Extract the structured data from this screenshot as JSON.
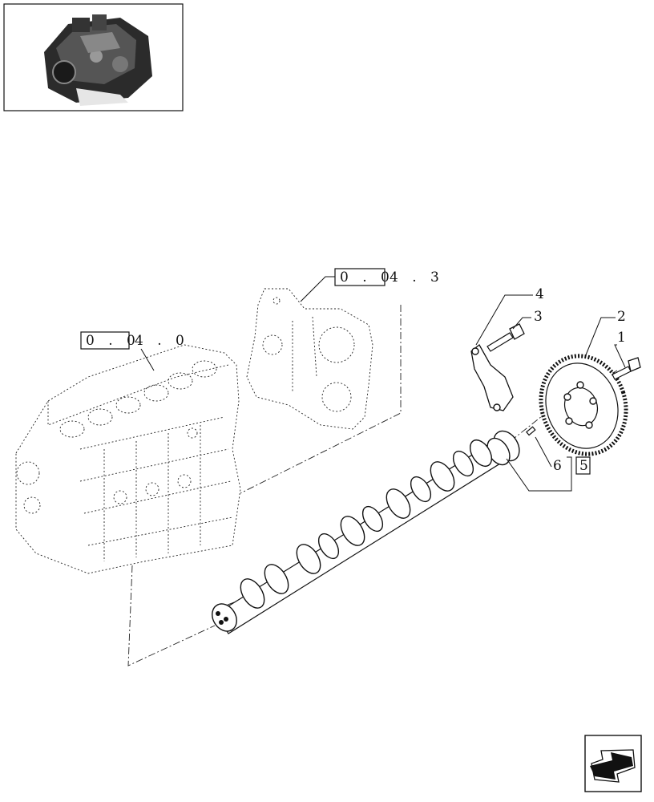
{
  "thumbnail": {
    "alt": "engine-assembly"
  },
  "references": [
    {
      "id": "ref-block",
      "boxed": "0 . 0",
      "rest": "4 . 0"
    },
    {
      "id": "ref-cover",
      "boxed": "0 . 0",
      "rest": "4 . 3"
    }
  ],
  "callouts": [
    "1",
    "2",
    "3",
    "4",
    "6"
  ],
  "kit_label": "5",
  "nav": {
    "icon": "next-page-arrow-icon"
  }
}
